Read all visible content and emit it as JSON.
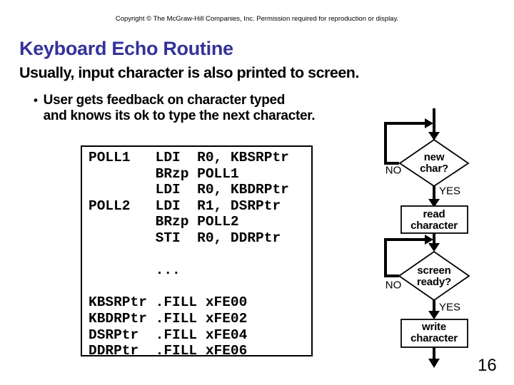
{
  "slide": {
    "copyright": "Copyright © The McGraw-Hill Companies, Inc. Permission required for reproduction or display.",
    "title": "Keyboard Echo Routine",
    "subtitle": "Usually, input character is also printed to screen.",
    "bullet_marker": "•",
    "bullet_lines": [
      "User gets feedback on character typed",
      "and knows its ok to type the next character."
    ],
    "page_number": "16"
  },
  "code_listing": {
    "lines": [
      "POLL1   LDI  R0, KBSRPtr",
      "        BRzp POLL1",
      "        LDI  R0, KBDRPtr",
      "POLL2   LDI  R1, DSRPtr",
      "        BRzp POLL2",
      "        STI  R0, DDRPtr",
      "",
      "        ...",
      "",
      "KBSRPtr .FILL xFE00",
      "KBDRPtr .FILL xFE02",
      "DSRPtr  .FILL xFE04",
      "DDRPtr  .FILL xFE06"
    ]
  },
  "flowchart": {
    "decision1_label": [
      "new",
      "char?"
    ],
    "decision1_no": "NO",
    "decision1_yes": "YES",
    "process1_label": [
      "read",
      "character"
    ],
    "decision2_label": [
      "screen",
      "ready?"
    ],
    "decision2_no": "NO",
    "decision2_yes": "YES",
    "process2_label": [
      "write",
      "character"
    ]
  },
  "colors": {
    "title_blue": "#333399",
    "diagram_ink": "#000000",
    "background": "#FFFFFF"
  }
}
